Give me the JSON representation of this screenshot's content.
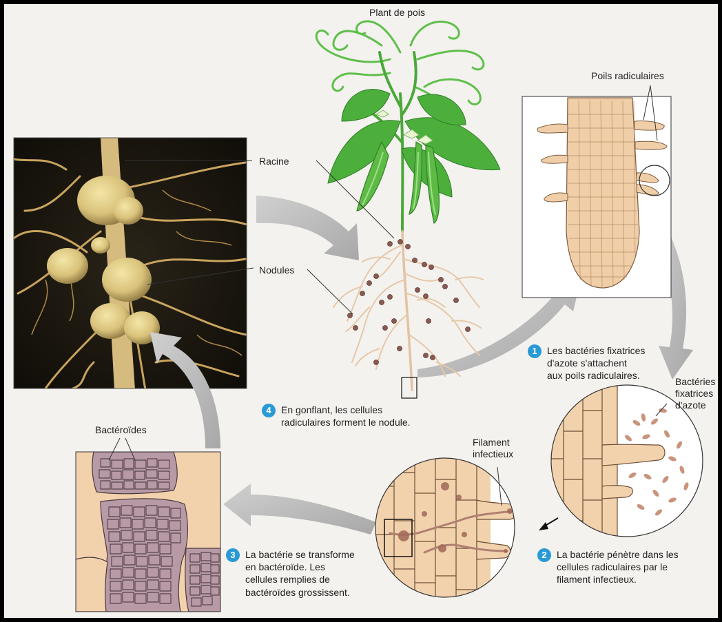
{
  "labels": {
    "plant": "Plant de pois",
    "racine": "Racine",
    "nodules": "Nodules",
    "poils": "Poils radiculaires",
    "bacteries": [
      "Bactéries",
      "fixatrices",
      "d'azote"
    ],
    "filament": [
      "Filament",
      "infectieux"
    ],
    "bacteroides": "Bactéroïdes"
  },
  "steps": [
    {
      "num": "1",
      "lines": [
        "Les bactéries fixatrices",
        "d'azote s'attachent",
        "aux poils radiculaires."
      ]
    },
    {
      "num": "2",
      "lines": [
        "La bactérie pénètre dans les",
        "cellules radiculaires par le",
        "filament infectieux."
      ]
    },
    {
      "num": "3",
      "lines": [
        "La bactérie se transforme",
        "en bactéroïde. Les",
        "cellules remplies de",
        "bactéroïdes grossissent."
      ]
    },
    {
      "num": "4",
      "lines": [
        "En gonflant, les cellules",
        "radiculaires forment le nodule."
      ]
    }
  ],
  "colors": {
    "badge": "#2a9ad6",
    "leaf": "#4caf3c",
    "root": "#e9c8a8",
    "nodule": "#8a5a52",
    "cell": "#f2d2ad",
    "bacteroid": "#b89aa6",
    "arrow": "#b9b9b9"
  }
}
